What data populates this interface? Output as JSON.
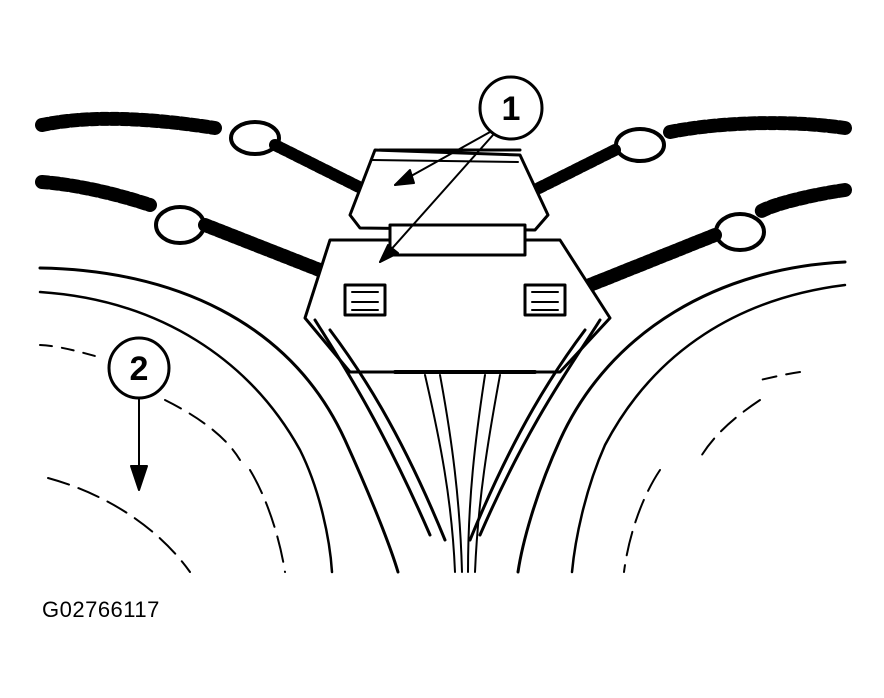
{
  "callouts": [
    {
      "id": "1",
      "label": "1"
    },
    {
      "id": "2",
      "label": "2"
    }
  ],
  "figure_id": "G02766117",
  "colors": {
    "ink": "#000000",
    "paper": "#ffffff"
  }
}
